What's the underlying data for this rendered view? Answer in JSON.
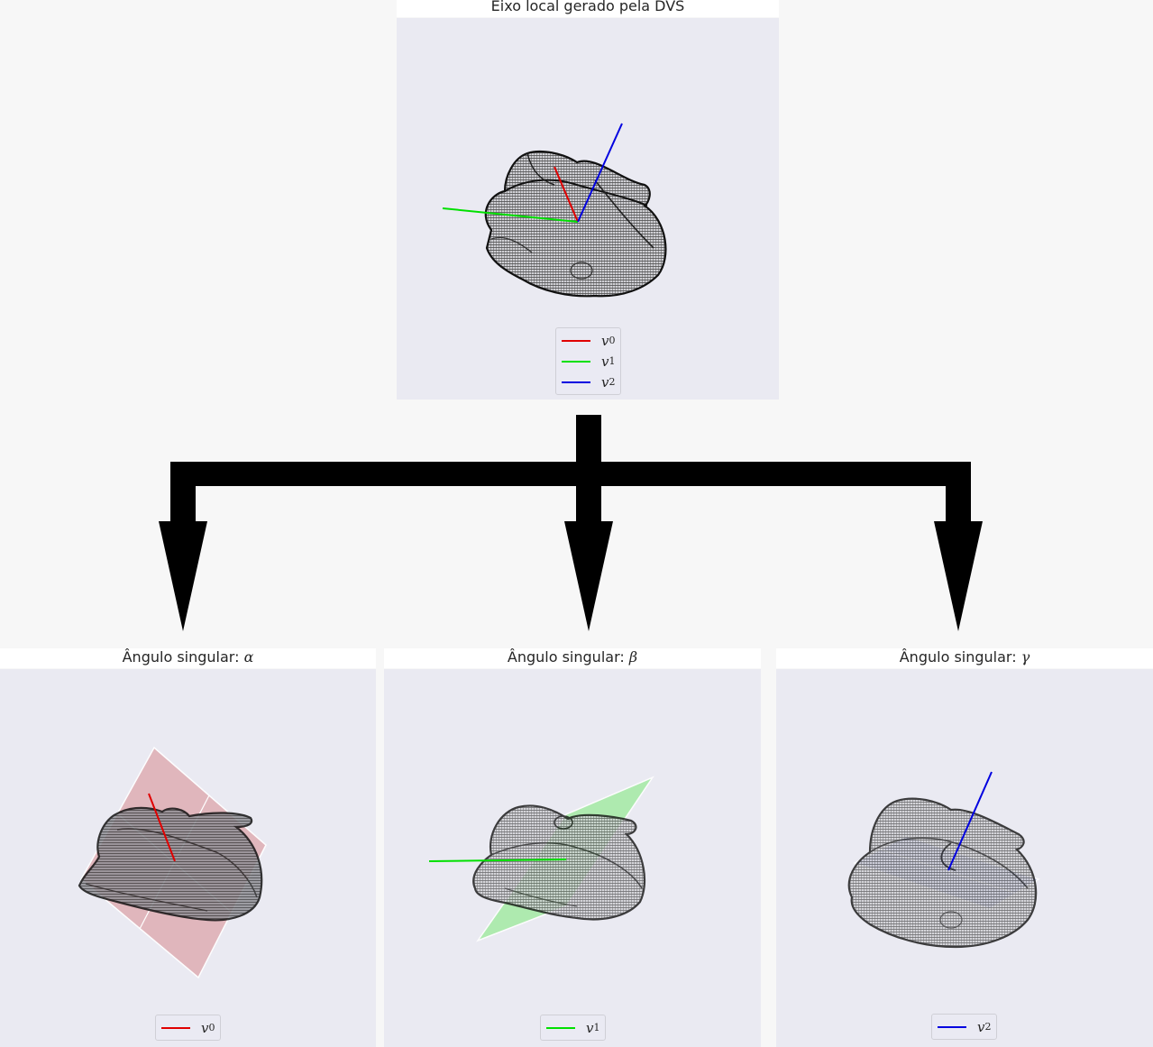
{
  "diagram": {
    "top_panel": {
      "title": "Eixo local gerado pela DVS",
      "legend": [
        {
          "symbol": "v",
          "sub": "0",
          "color": "#e00000"
        },
        {
          "symbol": "v",
          "sub": "1",
          "color": "#00e000"
        },
        {
          "symbol": "v",
          "sub": "2",
          "color": "#0000e0"
        }
      ]
    },
    "bottom_panels": [
      {
        "title": "Ângulo singular: ",
        "title_symbol": "α",
        "plane_color": "#e0b4ba",
        "legend": {
          "symbol": "v",
          "sub": "0",
          "color": "#e00000"
        }
      },
      {
        "title": "Ângulo singular: ",
        "title_symbol": "β",
        "plane_color": "#a8eaa8",
        "legend": {
          "symbol": "v",
          "sub": "1",
          "color": "#00e000"
        }
      },
      {
        "title": "Ângulo singular: ",
        "title_symbol": "γ",
        "plane_color": "#b6bde8",
        "legend": {
          "symbol": "v",
          "sub": "2",
          "color": "#0000e0"
        }
      }
    ],
    "colors": {
      "background": "#f7f7f7",
      "plot_background": "#eaeaf2",
      "arrow": "#000000",
      "mesh": "#2a2a2a"
    }
  }
}
